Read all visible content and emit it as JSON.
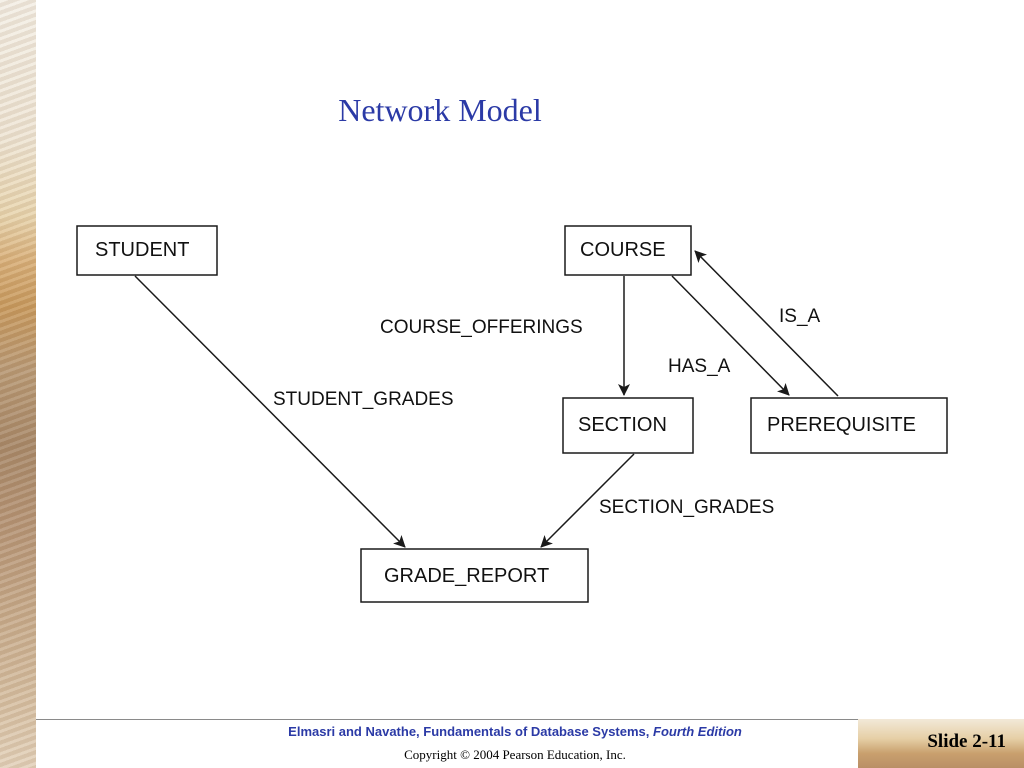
{
  "title": "Network Model",
  "nodes": {
    "student": "STUDENT",
    "course": "COURSE",
    "section": "SECTION",
    "prerequisite": "PREREQUISITE",
    "grade_report": "GRADE_REPORT"
  },
  "edges": {
    "student_grades": "STUDENT_GRADES",
    "course_offerings": "COURSE_OFFERINGS",
    "has_a": "HAS_A",
    "is_a": "IS_A",
    "section_grades": "SECTION_GRADES"
  },
  "footer": {
    "authors": "Elmasri and Navathe, Fundamentals of Database Systems, ",
    "edition": "Fourth Edition",
    "copyright": "Copyright © 2004 Pearson Education, Inc.",
    "slide": "Slide 2-11"
  },
  "colors": {
    "title": "#2b3aa6",
    "footer_text": "#2b3aa6"
  }
}
